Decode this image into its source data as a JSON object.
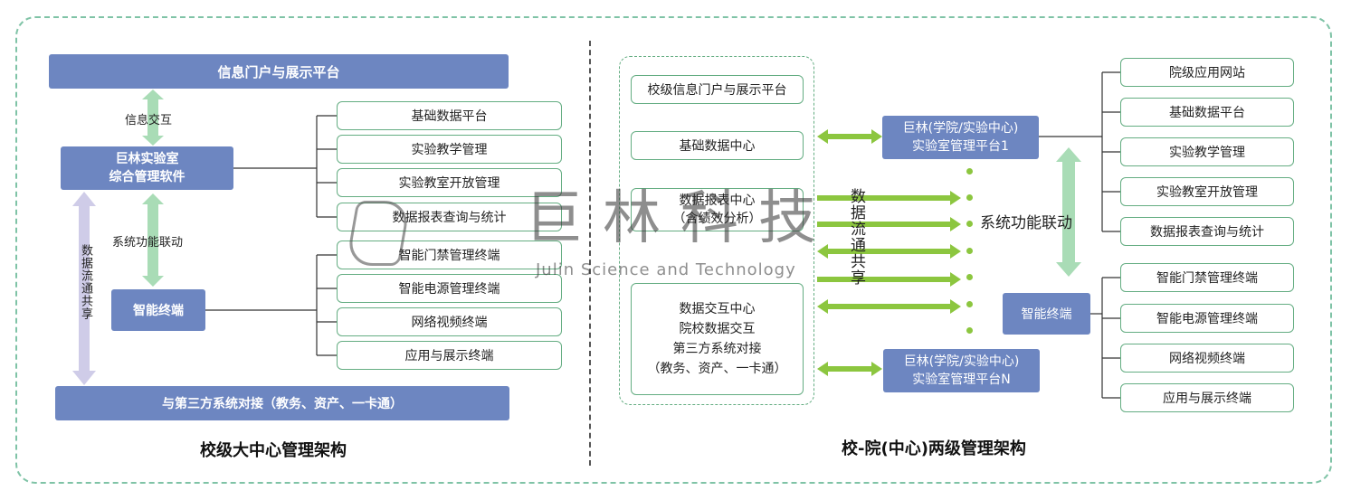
{
  "left": {
    "portal": "信息门户与展示平台",
    "info_exchange": "信息交互",
    "software_l1": "巨林实验室",
    "software_l2": "综合管理软件",
    "func_link": "系统功能联动",
    "terminal": "智能终端",
    "data_share": "数据流通共享",
    "third_party": "与第三方系统对接（教务、资产、一卡通）",
    "modules": [
      "基础数据平台",
      "实验教学管理",
      "实验教室开放管理",
      "数据报表查询与统计"
    ],
    "terminals": [
      "智能门禁管理终端",
      "智能电源管理终端",
      "网络视频终端",
      "应用与展示终端"
    ],
    "caption": "校级大中心管理架构"
  },
  "right": {
    "portal": "校级信息门户与展示平台",
    "data_center": "基础数据中心",
    "report_l1": "数据报表中心",
    "report_l2": "（含绩效分析）",
    "exchange_lines": [
      "数据交互中心",
      "院校数据交互",
      "第三方系统对接",
      "（教务、资产、一卡通）"
    ],
    "platform1_l1": "巨林(学院/实验中心)",
    "platform1_l2": "实验室管理平台1",
    "platformN_l1": "巨林(学院/实验中心)",
    "platformN_l2": "实验室管理平台N",
    "data_share": "数据流通共享",
    "func_link": "系统功能联动",
    "terminal": "智能终端",
    "modules": [
      "院级应用网站",
      "基础数据平台",
      "实验教学管理",
      "实验教室开放管理",
      "数据报表查询与统计"
    ],
    "terminals": [
      "智能门禁管理终端",
      "智能电源管理终端",
      "网络视频终端",
      "应用与展示终端"
    ],
    "caption": "校-院(中心)两级管理架构"
  },
  "watermark": {
    "cn": "巨林科技",
    "en": "Julin Science and Technology"
  },
  "colors": {
    "blue_box": "#6d86c1",
    "green_border": "#64ad82",
    "green_arrow": "#8cc63f",
    "light_green_arrow": "#a9dcb6",
    "lavender_arrow": "#cfcce8"
  }
}
